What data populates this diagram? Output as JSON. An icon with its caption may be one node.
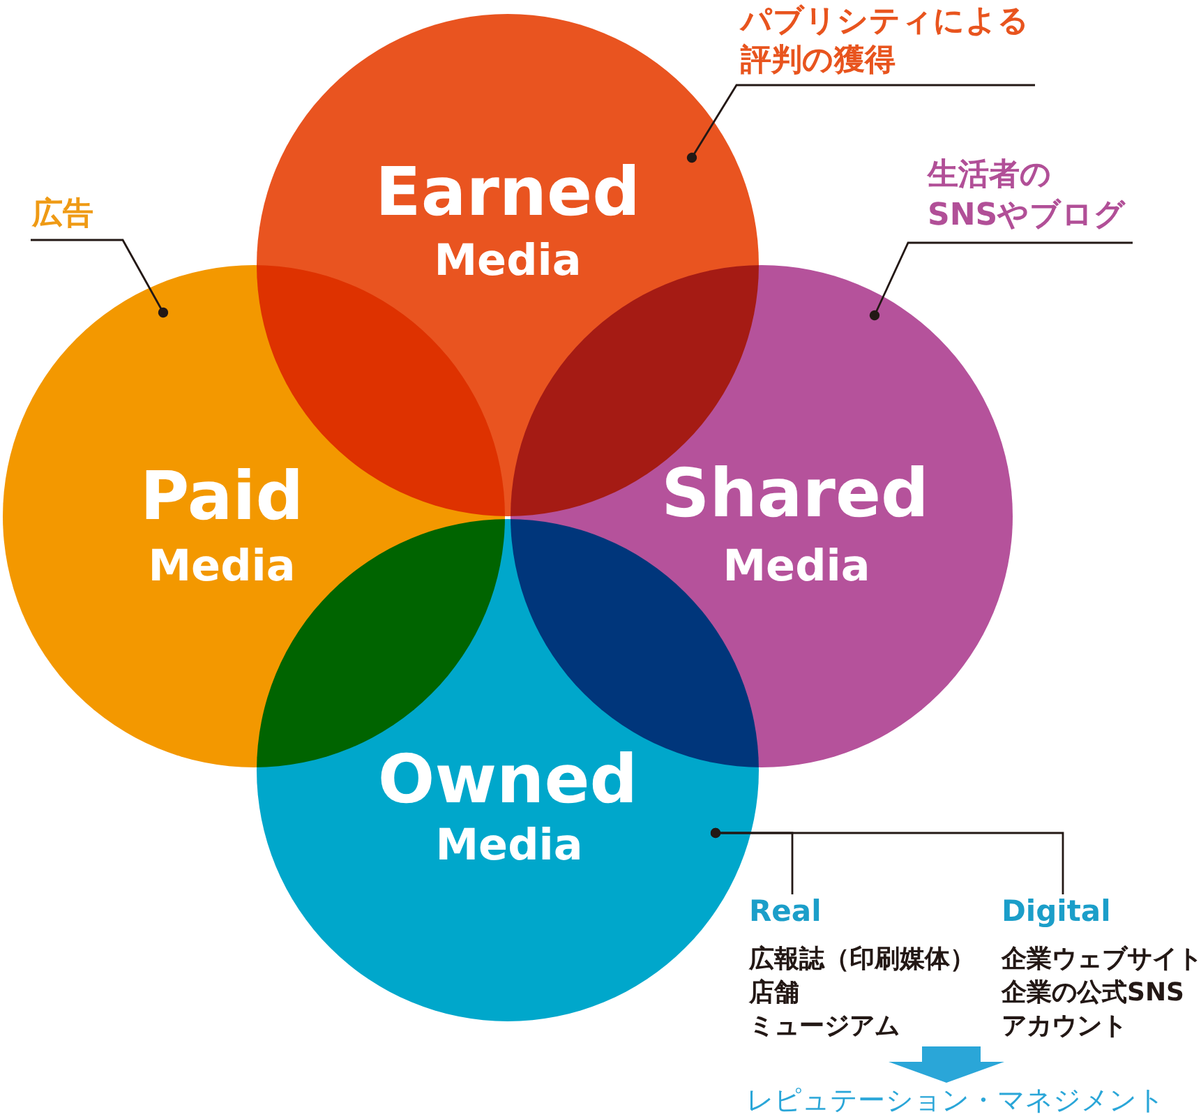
{
  "diagram": {
    "nodes": [
      {
        "text": [
          "Earned",
          "Media"
        ]
      },
      {
        "text": [
          "Paid",
          "Media"
        ]
      },
      {
        "text": [
          "Shared",
          "Media"
        ]
      },
      {
        "text": [
          "Owned",
          "Media"
        ]
      },
      {
        "text": [
          "パブリシティによる評判の獲得"
        ]
      },
      {
        "text": [
          "生活者のSNSやブログ"
        ]
      },
      {
        "text": [
          "広告"
        ]
      },
      {
        "text": [
          "Real",
          "広報誌（印刷媒体）",
          "店舗",
          "ミュージアム"
        ]
      },
      {
        "text": [
          "Digital",
          "企業ウェブサイト",
          "企業の公式SNSアカウント"
        ]
      },
      {
        "text": [
          "レピュテーション・マネジメント"
        ]
      }
    ],
    "edges": [
      {
        "from": 4,
        "to": 0,
        "arrow": "other"
      },
      {
        "from": 6,
        "to": 1,
        "arrow": "other"
      },
      {
        "from": 5,
        "to": 2,
        "arrow": "other"
      },
      {
        "from": 7,
        "to": 3,
        "arrow": "other"
      },
      {
        "from": 8,
        "to": 3,
        "arrow": "other"
      },
      {
        "from": null,
        "to": 9,
        "arrow": "to",
        "style": "thick",
        "color": "#2aa6d8"
      }
    ]
  }
}
